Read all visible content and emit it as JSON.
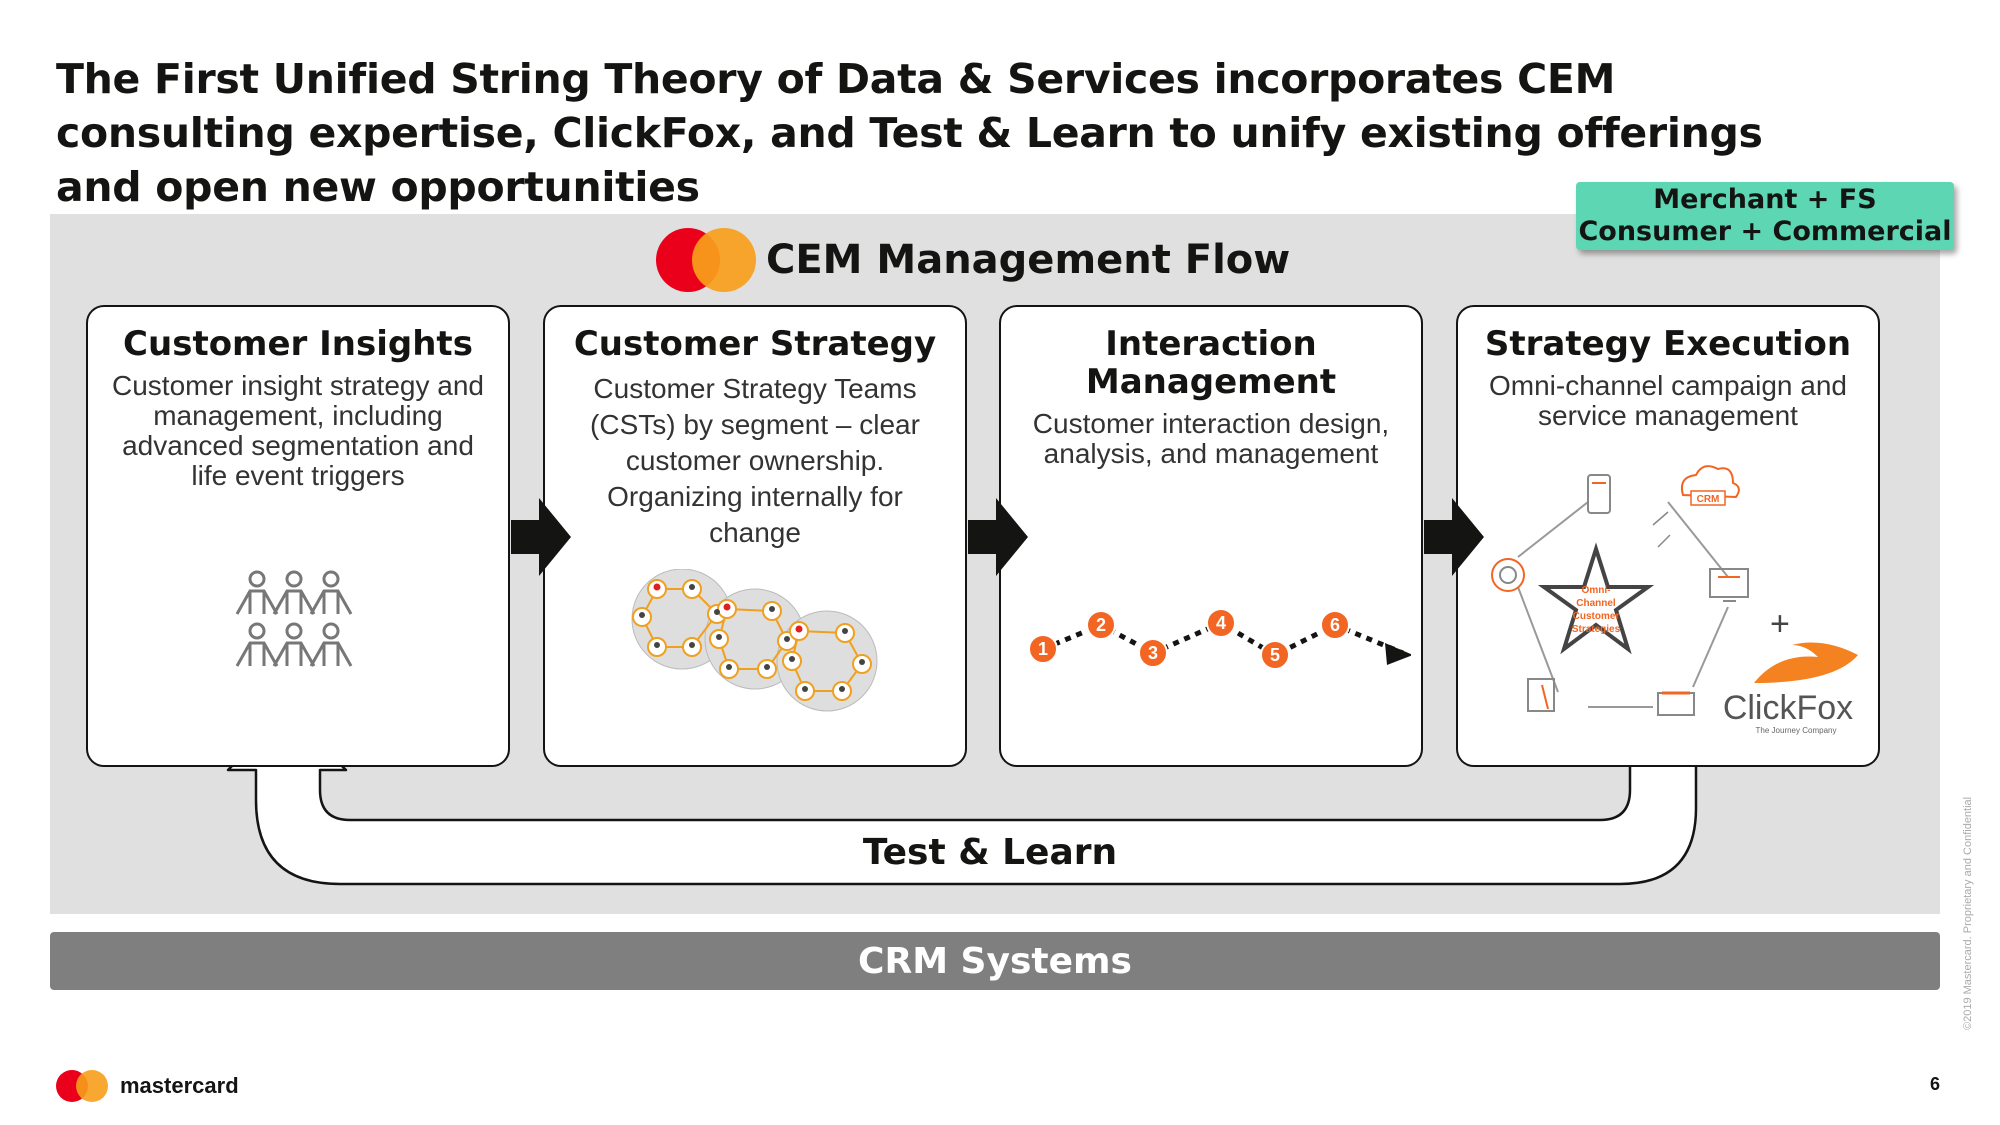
{
  "title": "The First Unified String Theory of Data & Services incorporates CEM consulting expertise, ClickFox, and Test & Learn to unify existing offerings and open new opportunities",
  "badge": {
    "line1": "Merchant + FS",
    "line2": "Consumer + Commercial"
  },
  "flow_title": "CEM Management Flow",
  "cards": [
    {
      "heading": "Customer Insights",
      "body": "Customer insight strategy and management, including advanced segmentation and life event triggers"
    },
    {
      "heading": "Customer Strategy",
      "body": "Customer Strategy Teams (CSTs) by segment – clear customer ownership. Organizing internally for change"
    },
    {
      "heading": "Interaction Management",
      "body": "Customer interaction design, analysis, and management"
    },
    {
      "heading": "Strategy Execution",
      "body": "Omni-channel campaign and service management"
    }
  ],
  "interaction_steps": [
    "1",
    "2",
    "3",
    "4",
    "5",
    "6"
  ],
  "execution_diagram": {
    "star_label": [
      "Omni-",
      "Channel",
      "Customer",
      "Strategies"
    ],
    "crm_tag": "CRM",
    "plus": "+",
    "clickfox_name": "ClickFox",
    "clickfox_tagline": "The Journey Company"
  },
  "loop_label": "Test & Learn",
  "crm_systems": "CRM Systems",
  "footer": {
    "brand": "mastercard",
    "page": "6",
    "copyright": "©2019 Mastercard. Proprietary and Confidential"
  },
  "colors": {
    "accent_teal": "#5dd6b4",
    "orange": "#f26522",
    "mc_red": "#eb001b",
    "mc_orange": "#f79e1b",
    "crm_gray": "#7f7f7f"
  }
}
